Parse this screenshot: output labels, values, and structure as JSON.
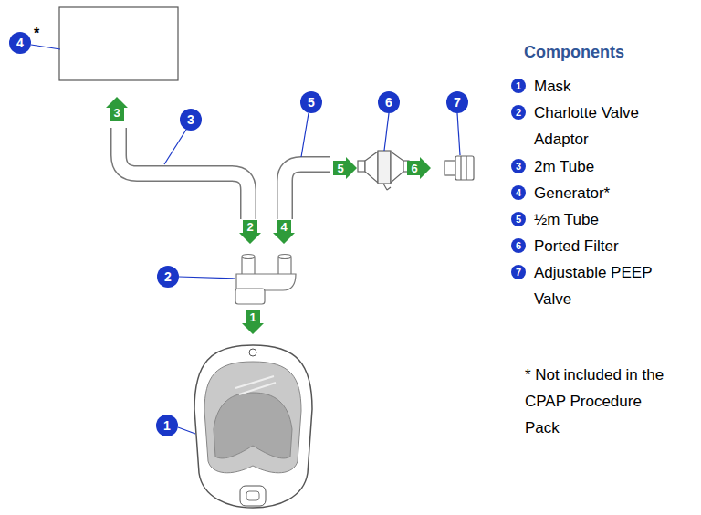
{
  "diagram": {
    "labels": [
      "4",
      "*",
      "3",
      "5",
      "6",
      "7",
      "2",
      "1",
      "3",
      "2",
      "4",
      "5",
      "6",
      "1",
      "Components",
      "1",
      "Mask",
      "2",
      "Charlotte Valve Adaptor",
      "3",
      "2m Tube",
      "4",
      "Generator*",
      "5",
      "½m Tube",
      "6",
      "Ported Filter",
      "7",
      "Adjustable PEEP Valve",
      "* Not included in the CPAP Procedure Pack"
    ]
  }
}
